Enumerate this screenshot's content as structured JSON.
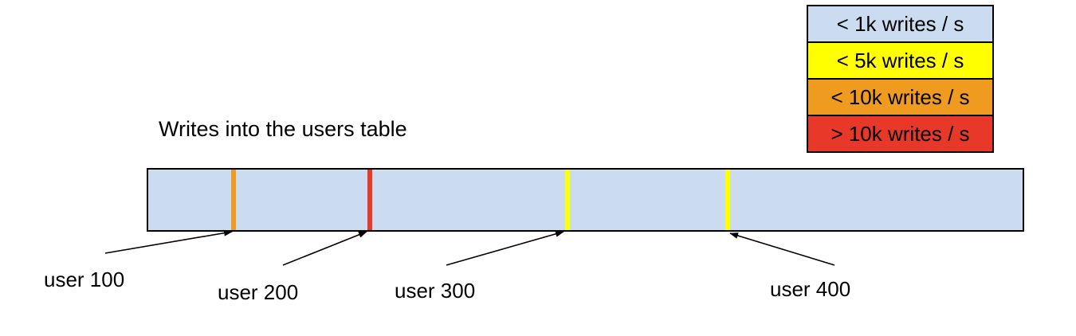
{
  "title": "Writes into the users table",
  "legend": {
    "items": [
      {
        "label": "< 1k writes / s",
        "color": "#cbdcf0"
      },
      {
        "label": "< 5k writes / s",
        "color": "#ffff00"
      },
      {
        "label": "< 10k writes / s",
        "color": "#ee9b20"
      },
      {
        "label": "> 10k writes / s",
        "color": "#e8382a"
      }
    ]
  },
  "bar": {
    "fill": "#cbdcf0",
    "border_color": "#000000",
    "stripes": [
      {
        "user": "user 100",
        "color": "#ee9b20"
      },
      {
        "user": "user 200",
        "color": "#e8382a"
      },
      {
        "user": "user 300",
        "color": "#ffff00"
      },
      {
        "user": "user 400",
        "color": "#ffff00"
      }
    ]
  },
  "annotations": [
    {
      "text": "user 100"
    },
    {
      "text": "user 200"
    },
    {
      "text": "user 300"
    },
    {
      "text": "user 400"
    }
  ]
}
